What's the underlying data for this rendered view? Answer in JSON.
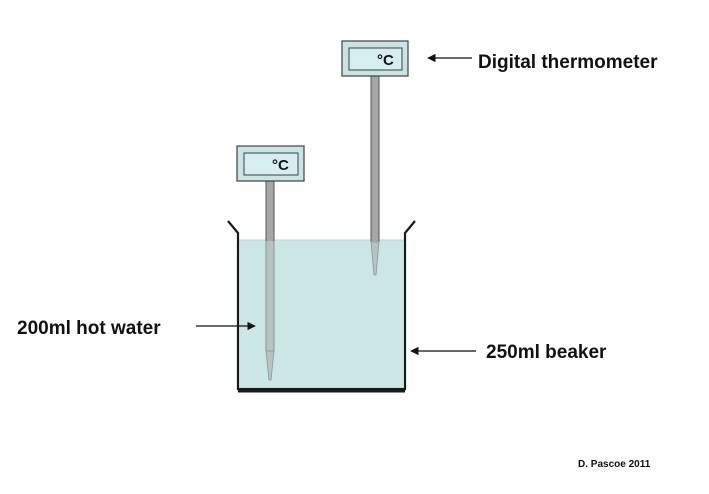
{
  "labels": {
    "thermometer": "Digital thermometer",
    "water": "200ml hot water",
    "beaker": "250ml beaker",
    "credit": "D. Pascoe 2011"
  },
  "thermometer_unit": "°C",
  "colors": {
    "water_fill": "#cce6e6",
    "display_fill": "#c8e4e4",
    "probe_fill": "#a6a6a6",
    "beaker_stroke": "#1a1a1a"
  }
}
